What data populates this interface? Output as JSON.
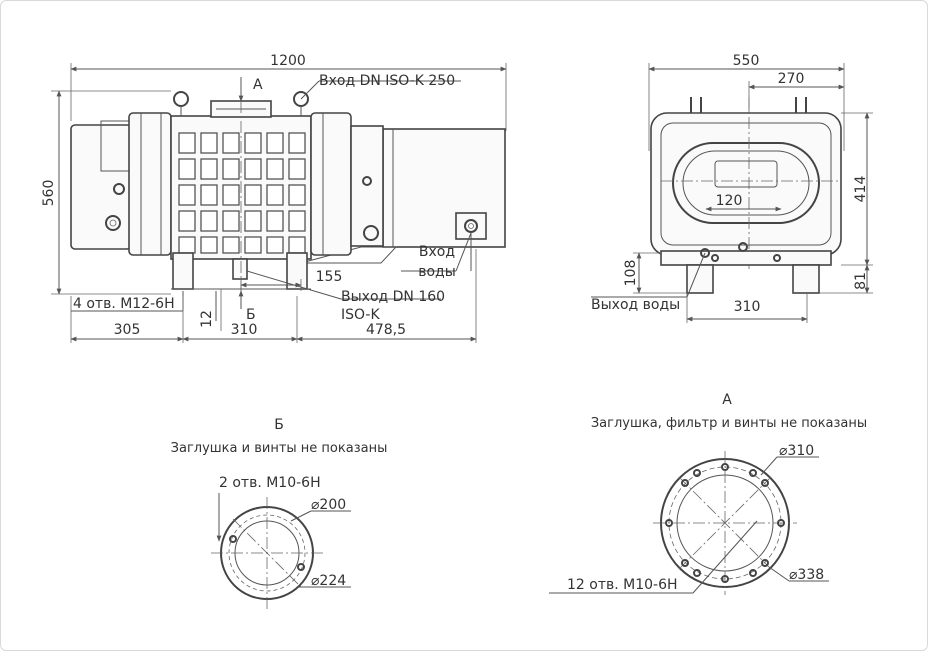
{
  "front_view": {
    "dim_overall_length": "1200",
    "dim_height": "560",
    "inlet_label": "Вход DN ISO-K 250",
    "view_a_marker": "А",
    "view_b_marker": "Б",
    "water_inlet_label": [
      "Вход",
      "воды"
    ],
    "dim_155": "155",
    "outlet_label": [
      "Выход DN 160",
      "ISO-K"
    ],
    "holes_label": "4 отв. М12-6Н",
    "dim_12": "12",
    "dim_305": "305",
    "dim_310": "310",
    "dim_478_5": "478,5"
  },
  "side_view": {
    "dim_width": "550",
    "dim_270": "270",
    "dim_414": "414",
    "dim_120": "120",
    "dim_108": "108",
    "dim_81": "81",
    "water_outlet_label": "Выход воды",
    "dim_310": "310"
  },
  "view_b": {
    "title": "Б",
    "note": "Заглушка и винты не показаны",
    "holes_label": "2 отв. М10-6Н",
    "d_inner": "⌀200",
    "d_outer": "⌀224"
  },
  "view_a": {
    "title": "А",
    "note": "Заглушка, фильтр и винты не показаны",
    "d_inner": "⌀310",
    "d_outer": "⌀338",
    "holes_label": "12 отв. М10-6Н"
  }
}
